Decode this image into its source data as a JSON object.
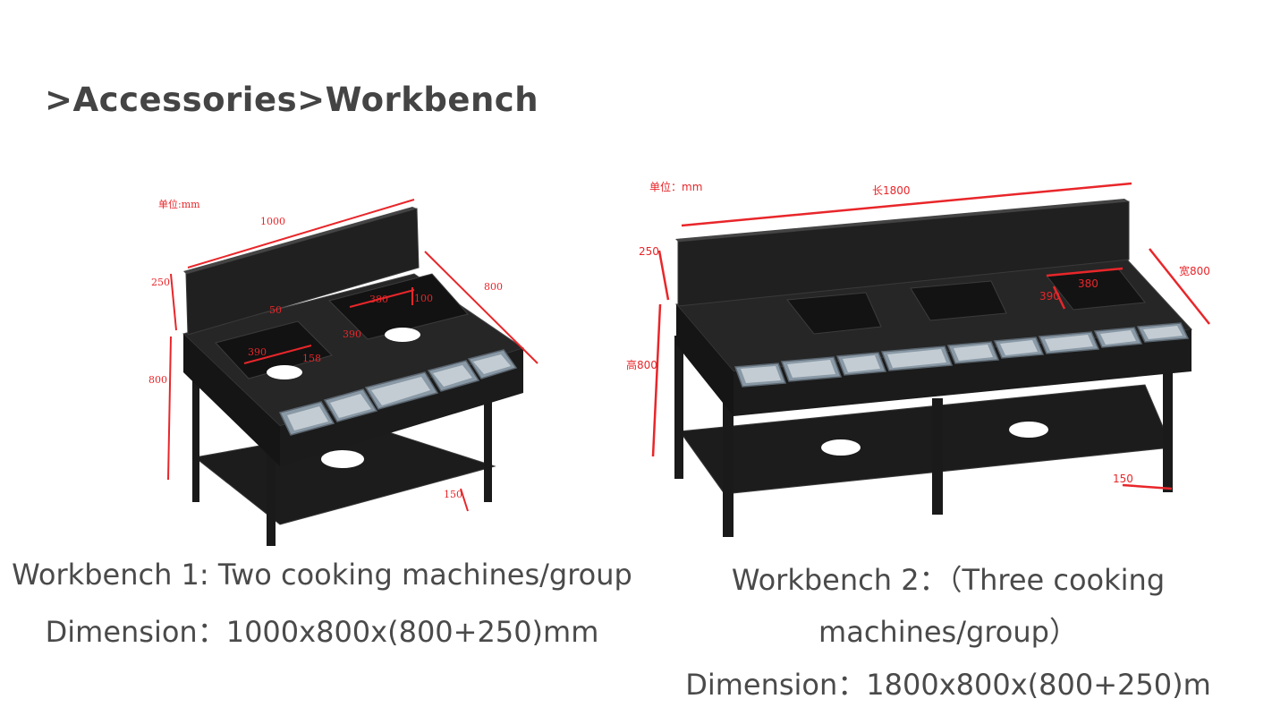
{
  "header": {
    "breadcrumb": ">Accessories>Workbench"
  },
  "workbench1": {
    "unit_label": "单位:mm",
    "dims": {
      "length": "1000",
      "backsplash": "250",
      "depth": "800",
      "height": "800",
      "d50": "50",
      "d380": "380",
      "d100": "100",
      "d390a": "390",
      "d390b": "390",
      "d158": "158",
      "d150": "150"
    },
    "caption_line1": "Workbench 1: Two cooking machines/group",
    "caption_line2": "Dimension：1000x800x(800+250)mm"
  },
  "workbench2": {
    "unit_label": "单位：mm",
    "dims": {
      "length": "长1800",
      "backsplash": "250",
      "depth": "宽800",
      "height": "高800",
      "d380": "380",
      "d390": "390",
      "d150": "150"
    },
    "caption_line1": "Workbench 2：（Three cooking",
    "caption_line2": "machines/group）",
    "caption_line3": "Dimension：1800x800x(800+250)m"
  },
  "colors": {
    "body": "#1e1e1e",
    "edge": "#3a3a3a",
    "pan": "#8a99a6",
    "dimension": "#e8262a"
  }
}
